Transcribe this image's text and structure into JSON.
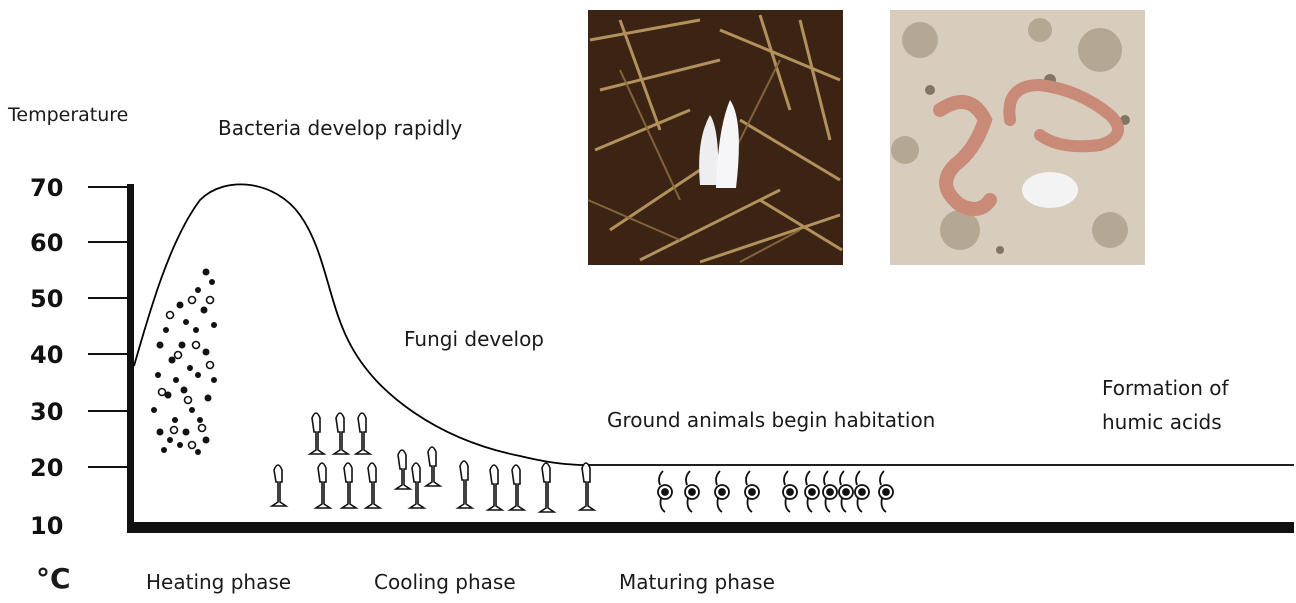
{
  "diagram": {
    "y_axis_label": "Temperature",
    "unit": "°C",
    "ticks": [
      "70",
      "60",
      "50",
      "40",
      "30",
      "20",
      "10"
    ],
    "annotations": {
      "bacteria": "Bacteria develop rapidly",
      "fungi": "Fungi develop",
      "animals": "Ground animals begin habitation",
      "humic_line1": "Formation of",
      "humic_line2": "humic acids"
    },
    "phases": {
      "heating": "Heating phase",
      "cooling": "Cooling phase",
      "maturing": "Maturing phase"
    },
    "photos": [
      {
        "subject": "mushrooms-in-straw"
      },
      {
        "subject": "earthworms-in-soil"
      }
    ],
    "colors": {
      "axis": "#111111",
      "curve": "#000000",
      "straw_dark": "#3b2414",
      "straw_light": "#c9a46a",
      "soil": "#d8cdbd",
      "worm": "#c98a78"
    }
  }
}
